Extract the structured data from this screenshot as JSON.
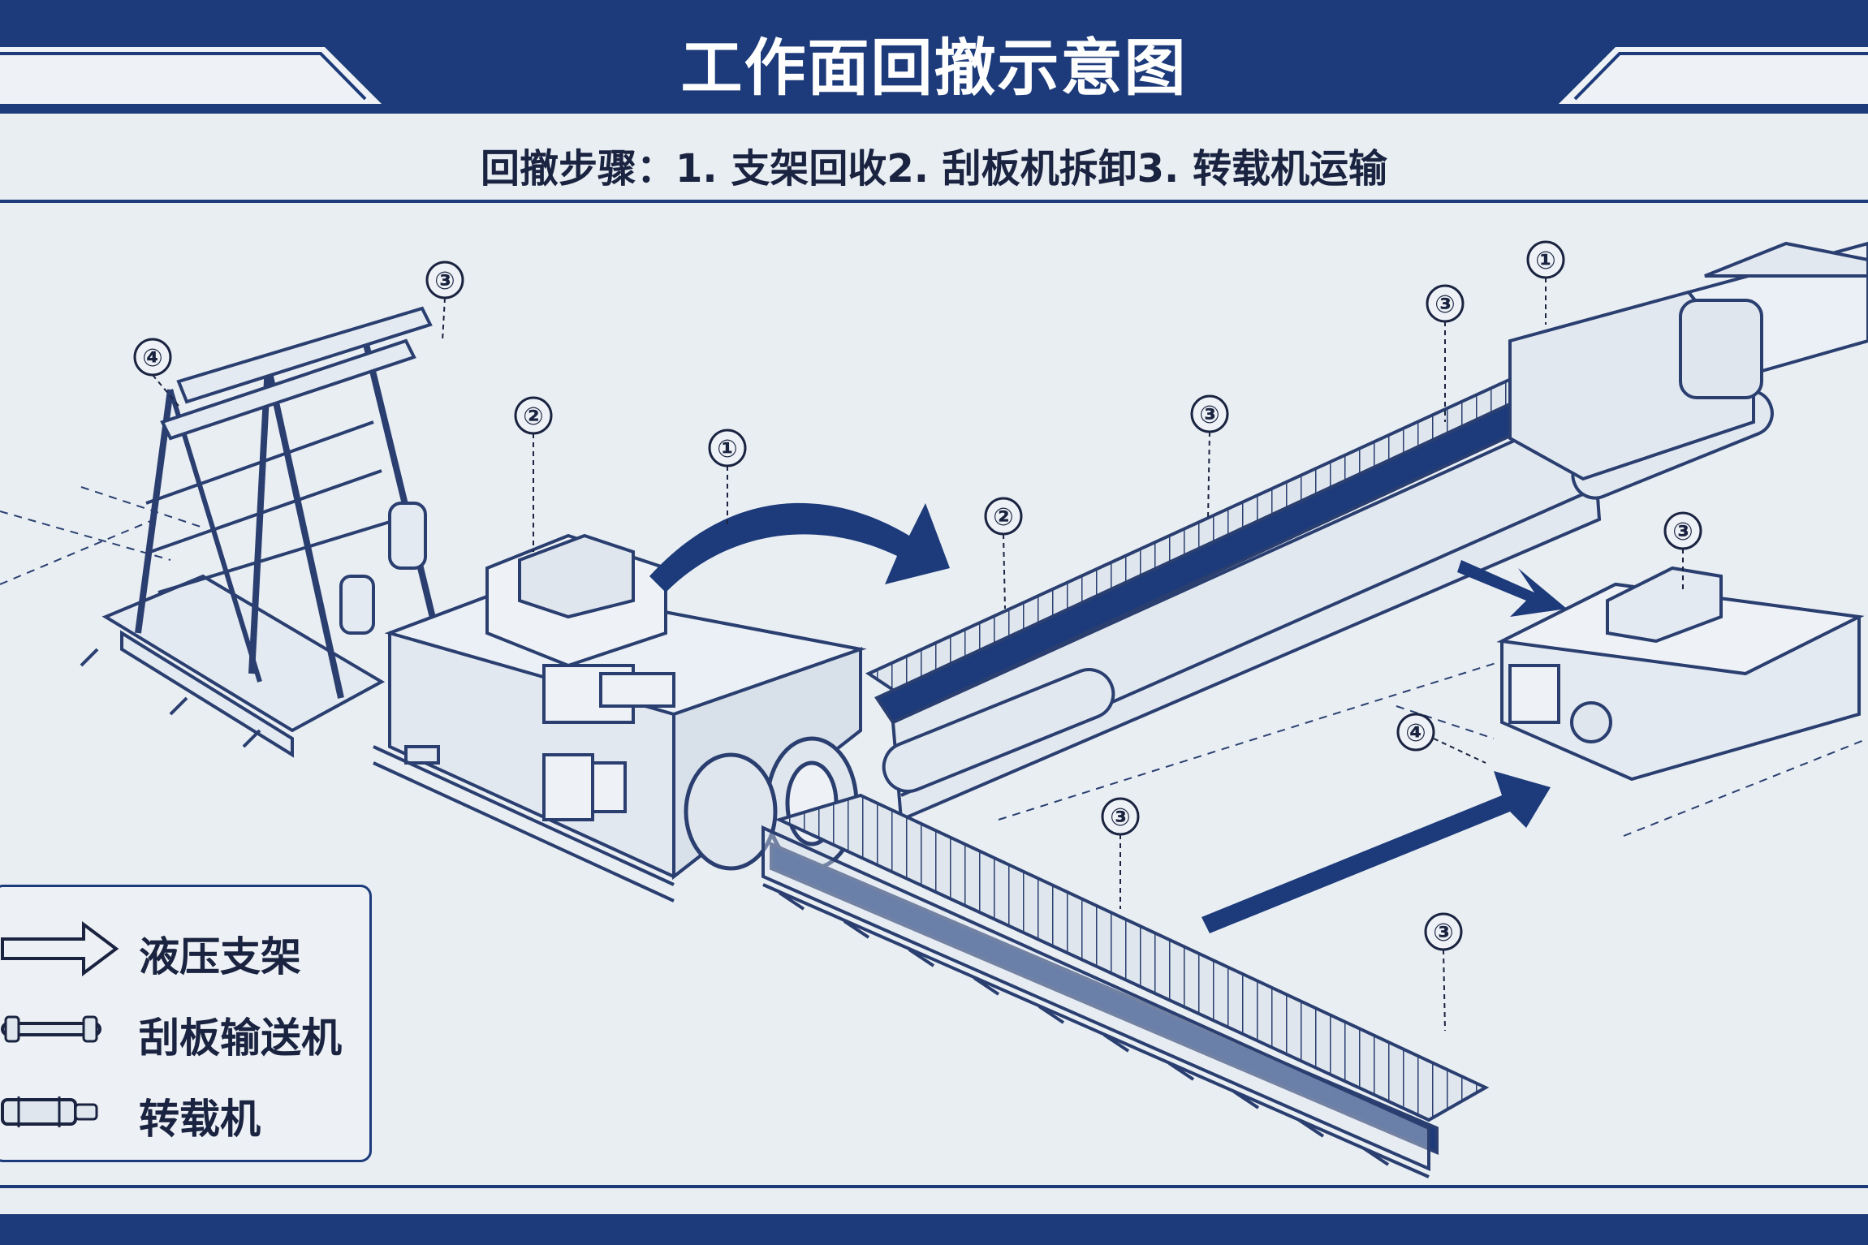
{
  "title": "工作面回撤示意图",
  "subtitle": "回撤步骤：1. 支架回收2. 刮板机拆卸3. 转载机运输",
  "callouts": [
    "①",
    "②",
    "③",
    "④"
  ],
  "legend": {
    "items": [
      {
        "label": "液压支架",
        "icon": "hollow-arrow-icon"
      },
      {
        "label": "刮板输送机",
        "icon": "conveyor-rod-icon"
      },
      {
        "label": "转载机",
        "icon": "loader-cylinder-icon"
      }
    ]
  },
  "colors": {
    "primary": "#1d3b7a",
    "background": "#e9eef3",
    "ink": "#1a2340",
    "line": "#2a3f70"
  }
}
